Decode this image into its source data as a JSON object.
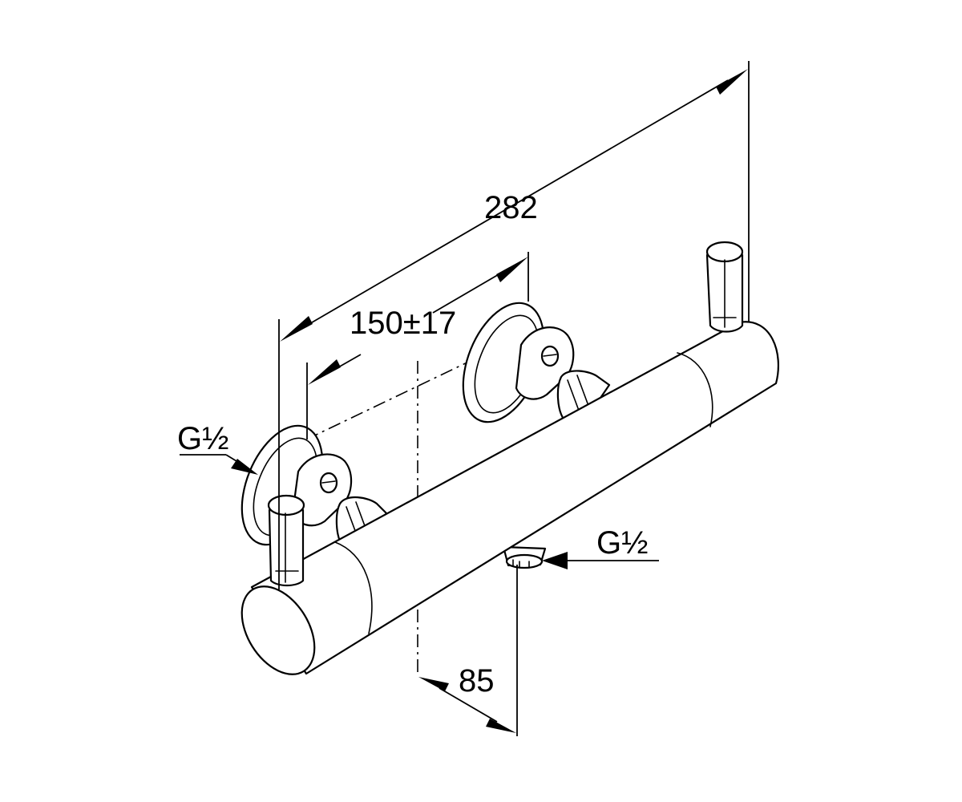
{
  "dimensions": {
    "overall_length": "282",
    "inlet_spacing": "150±17",
    "outlet_offset": "85"
  },
  "threads": {
    "inlet_thread": "G½",
    "outlet_thread": "G½"
  }
}
